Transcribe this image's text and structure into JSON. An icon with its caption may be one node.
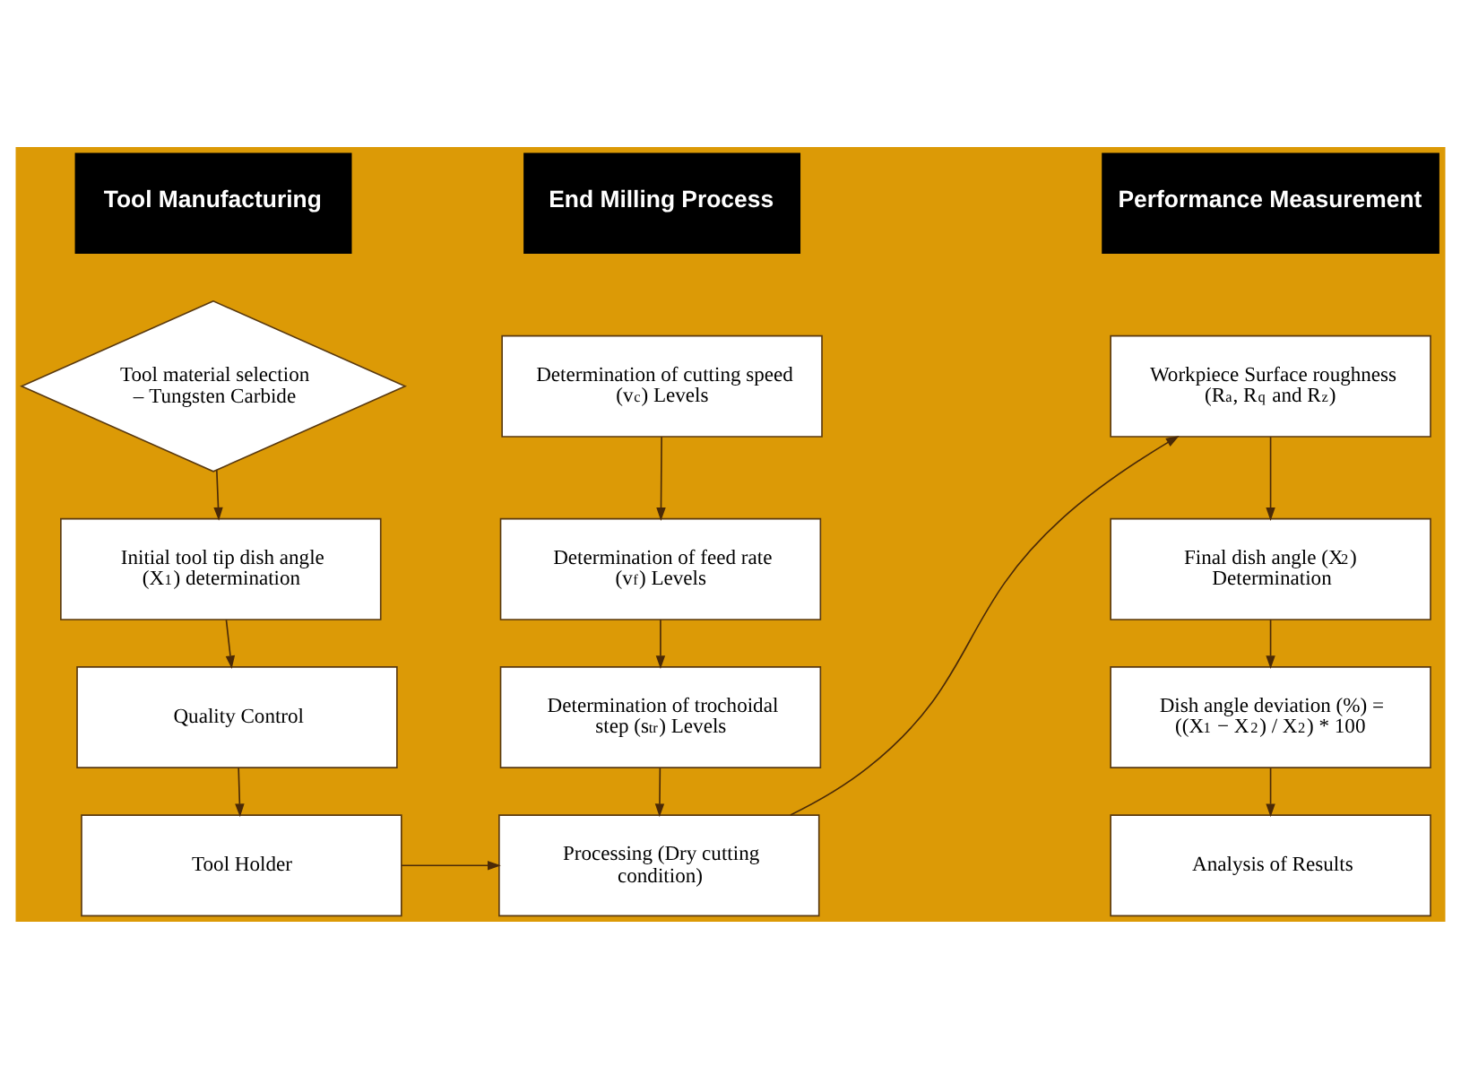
{
  "diagram": {
    "nodes": [
      {
        "text": [
          "Tool material selection – Tungsten Carbide"
        ]
      },
      {
        "text": [
          "Initial tool tip dish angle (X$_{1}$) determination"
        ]
      },
      {
        "text": [
          "Quality Control"
        ]
      },
      {
        "text": [
          "Tool Holder"
        ]
      },
      {
        "text": [
          "Determination of cutting speed (v$_{c}$) Levels"
        ]
      },
      {
        "text": [
          "Determination of feed rate (v$_{f}$) Levels"
        ]
      },
      {
        "text": [
          "Determination of trochoidal step (s$_{tr}$) Levels"
        ]
      },
      {
        "text": [
          "Processing (Dry cutting condition)"
        ]
      },
      {
        "text": [
          "Workpiece Surface roughness (R$_{a}$, R$_{q}$ and R$_{z}$)"
        ]
      },
      {
        "text": [
          "Final dish angle (X$_{2}$) Determination"
        ]
      },
      {
        "text": [
          "Dish angle deviation (%) = ((X$_{1}$ − X$_{2}$) / X$_{2}$) * 100"
        ]
      },
      {
        "text": [
          "Analysis of Results"
        ]
      }
    ],
    "edges": [
      {
        "from": 0,
        "to": 1,
        "arrow": "to"
      },
      {
        "from": 1,
        "to": 2,
        "arrow": "to"
      },
      {
        "from": 2,
        "to": 3,
        "arrow": "to"
      },
      {
        "from": 3,
        "to": 7,
        "arrow": "to"
      },
      {
        "from": 4,
        "to": 5,
        "arrow": "to"
      },
      {
        "from": 5,
        "to": 6,
        "arrow": "to"
      },
      {
        "from": 6,
        "to": 7,
        "arrow": "to"
      },
      {
        "from": 7,
        "to": 8,
        "arrow": "to"
      },
      {
        "from": 8,
        "to": 9,
        "arrow": "to"
      },
      {
        "from": 9,
        "to": 10,
        "arrow": "to"
      },
      {
        "from": 10,
        "to": 11,
        "arrow": "to"
      }
    ],
    "labels": [
      "Tool Manufacturing",
      "End Milling Process",
      "Performance Measurement"
    ]
  }
}
